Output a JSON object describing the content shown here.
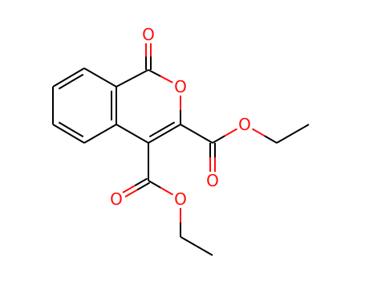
{
  "structure": {
    "atoms": [
      {
        "id": "O1",
        "element": "O",
        "label": "O",
        "color": "#ff0d0d"
      },
      {
        "id": "O2",
        "element": "O",
        "label": "O",
        "color": "#ff0d0d"
      },
      {
        "id": "O3",
        "element": "O",
        "label": "O",
        "color": "#ff0d0d"
      },
      {
        "id": "O4",
        "element": "O",
        "label": "O",
        "color": "#ff0d0d"
      },
      {
        "id": "O5",
        "element": "O",
        "label": "O",
        "color": "#ff0d0d"
      },
      {
        "id": "O6",
        "element": "O",
        "label": "O",
        "color": "#ff0d0d"
      }
    ],
    "bond_color": "#000000",
    "heteroatom_color": "#ff0d0d"
  }
}
